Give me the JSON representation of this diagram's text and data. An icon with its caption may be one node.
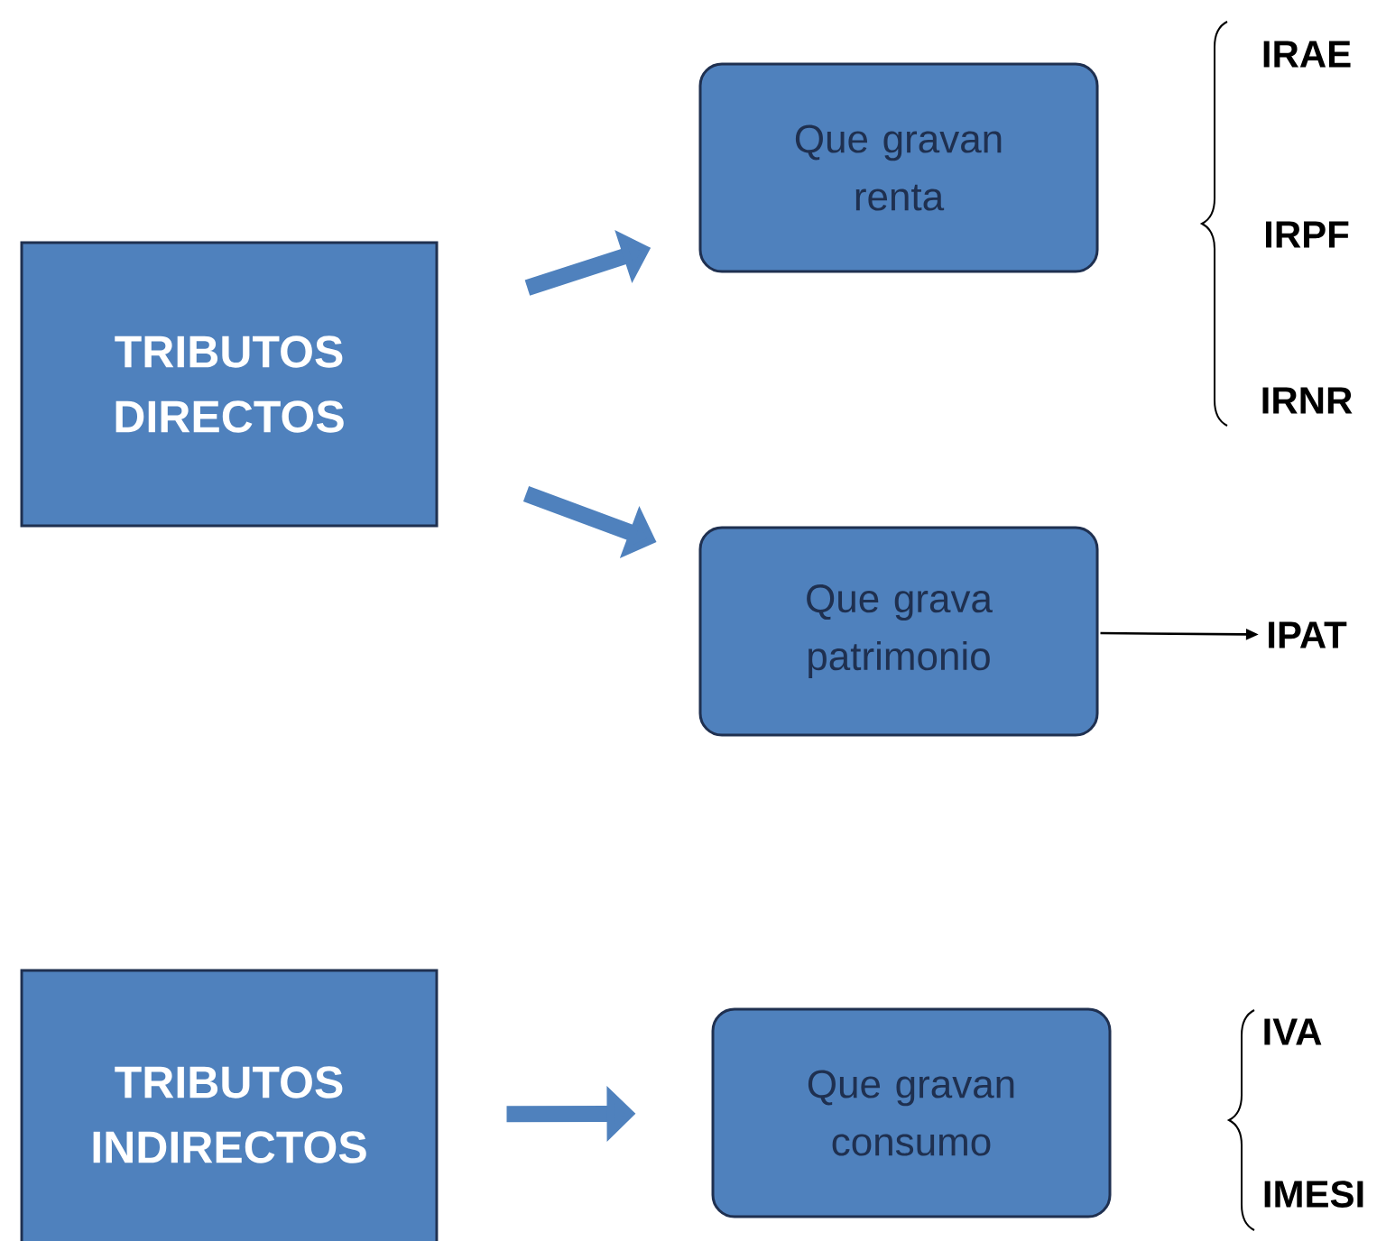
{
  "diagram": {
    "nodes": [
      {
        "text": [
          "TRIBUTOS DIRECTOS"
        ]
      },
      {
        "text": [
          "Que gravan renta"
        ]
      },
      {
        "text": [
          "Que grava patrimonio"
        ]
      },
      {
        "text": [
          "IPAT"
        ]
      },
      {
        "text": [
          "TRIBUTOS INDIRECTOS"
        ]
      },
      {
        "text": [
          "Que gravan consumo"
        ]
      }
    ],
    "edges": [
      {
        "from": 0,
        "to": 1,
        "arrow": "to"
      },
      {
        "from": 0,
        "to": 2,
        "arrow": "to"
      },
      {
        "from": 2,
        "to": 3,
        "arrow": "to",
        "color": "#000000"
      },
      {
        "from": 4,
        "to": 5,
        "arrow": "to"
      }
    ],
    "labels": [
      "IRAE",
      "IRPF",
      "IRNR",
      "IVA",
      "IMESI"
    ]
  }
}
